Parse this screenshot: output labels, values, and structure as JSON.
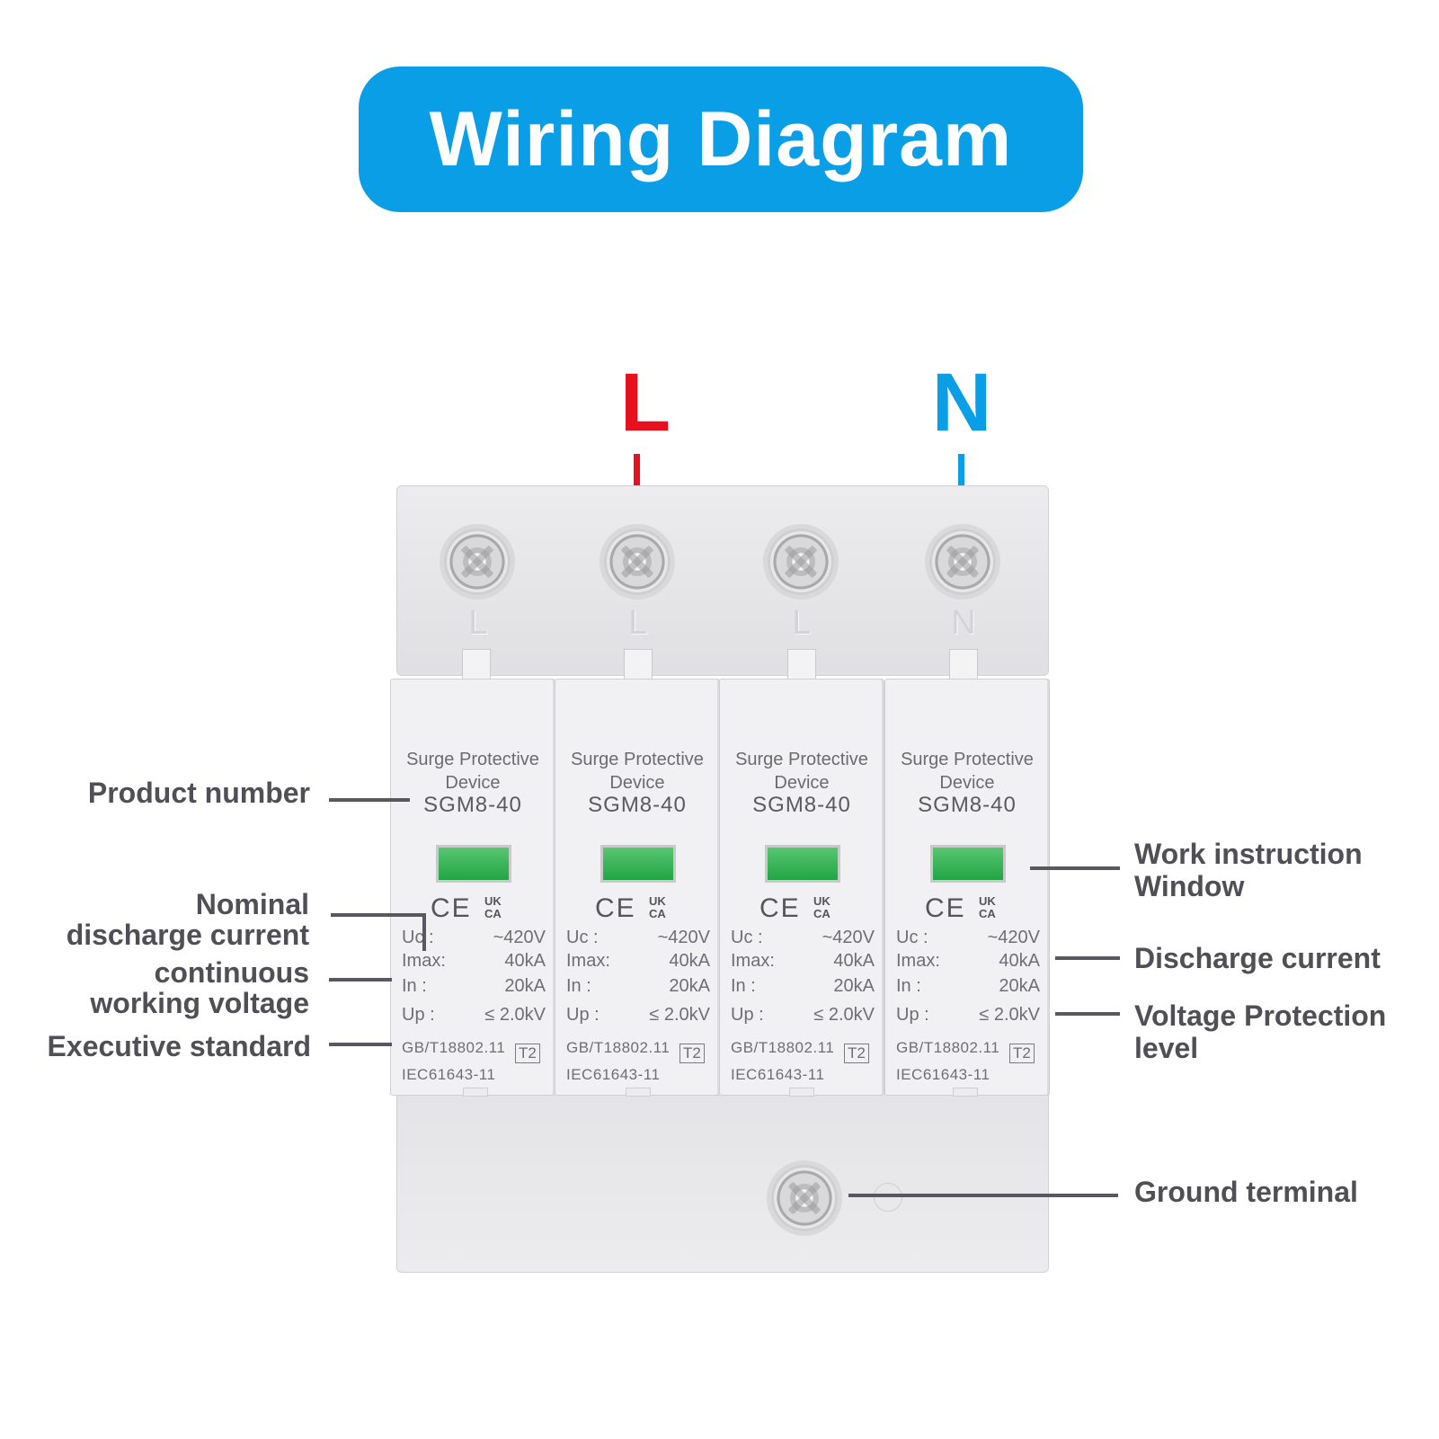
{
  "title": "Wiring Diagram",
  "colors": {
    "title_bg": "#0a9ee6",
    "line_L": "#e8101c",
    "neutral_N": "#0a9ee6",
    "window_green": "#2fb050"
  },
  "phases": {
    "L": "L",
    "N": "N"
  },
  "terminal_labels": [
    "L",
    "L",
    "L",
    "N"
  ],
  "modules": [
    {
      "title1": "Surge Protective",
      "title2": "Device",
      "model": "SGM8-40",
      "ce": "CE",
      "ukca1": "UK",
      "ukca2": "CA",
      "uc_label": "Uc  :",
      "uc": "~420V",
      "imax_label": "Imax:",
      "imax": "40kA",
      "in_label": "In   :",
      "in": "20kA",
      "up_label": "Up  :",
      "up": "≤ 2.0kV",
      "std1": "GB/T18802.11",
      "std2": "IEC61643-11",
      "type": "T2"
    },
    {
      "title1": "Surge Protective",
      "title2": "Device",
      "model": "SGM8-40",
      "ce": "CE",
      "ukca1": "UK",
      "ukca2": "CA",
      "uc_label": "Uc  :",
      "uc": "~420V",
      "imax_label": "Imax:",
      "imax": "40kA",
      "in_label": "In   :",
      "in": "20kA",
      "up_label": "Up  :",
      "up": "≤ 2.0kV",
      "std1": "GB/T18802.11",
      "std2": "IEC61643-11",
      "type": "T2"
    },
    {
      "title1": "Surge Protective",
      "title2": "Device",
      "model": "SGM8-40",
      "ce": "CE",
      "ukca1": "UK",
      "ukca2": "CA",
      "uc_label": "Uc  :",
      "uc": "~420V",
      "imax_label": "Imax:",
      "imax": "40kA",
      "in_label": "In   :",
      "in": "20kA",
      "up_label": "Up  :",
      "up": "≤ 2.0kV",
      "std1": "GB/T18802.11",
      "std2": "IEC61643-11",
      "type": "T2"
    },
    {
      "title1": "Surge Protective",
      "title2": "Device",
      "model": "SGM8-40",
      "ce": "CE",
      "ukca1": "UK",
      "ukca2": "CA",
      "uc_label": "Uc  :",
      "uc": "~420V",
      "imax_label": "Imax:",
      "imax": "40kA",
      "in_label": "In   :",
      "in": "20kA",
      "up_label": "Up  :",
      "up": "≤ 2.0kV",
      "std1": "GB/T18802.11",
      "std2": "IEC61643-11",
      "type": "T2"
    }
  ],
  "callouts": {
    "product_number": "Product number",
    "nominal_1": "Nominal",
    "nominal_2": "discharge current",
    "continuous_1": "continuous",
    "continuous_2": "working voltage",
    "executive_standard": "Executive standard",
    "work_window_1": "Work instruction",
    "work_window_2": "Window",
    "discharge_current": "Discharge current",
    "voltage_protection_1": "Voltage Protection",
    "voltage_protection_2": "level",
    "ground_terminal": "Ground terminal"
  }
}
